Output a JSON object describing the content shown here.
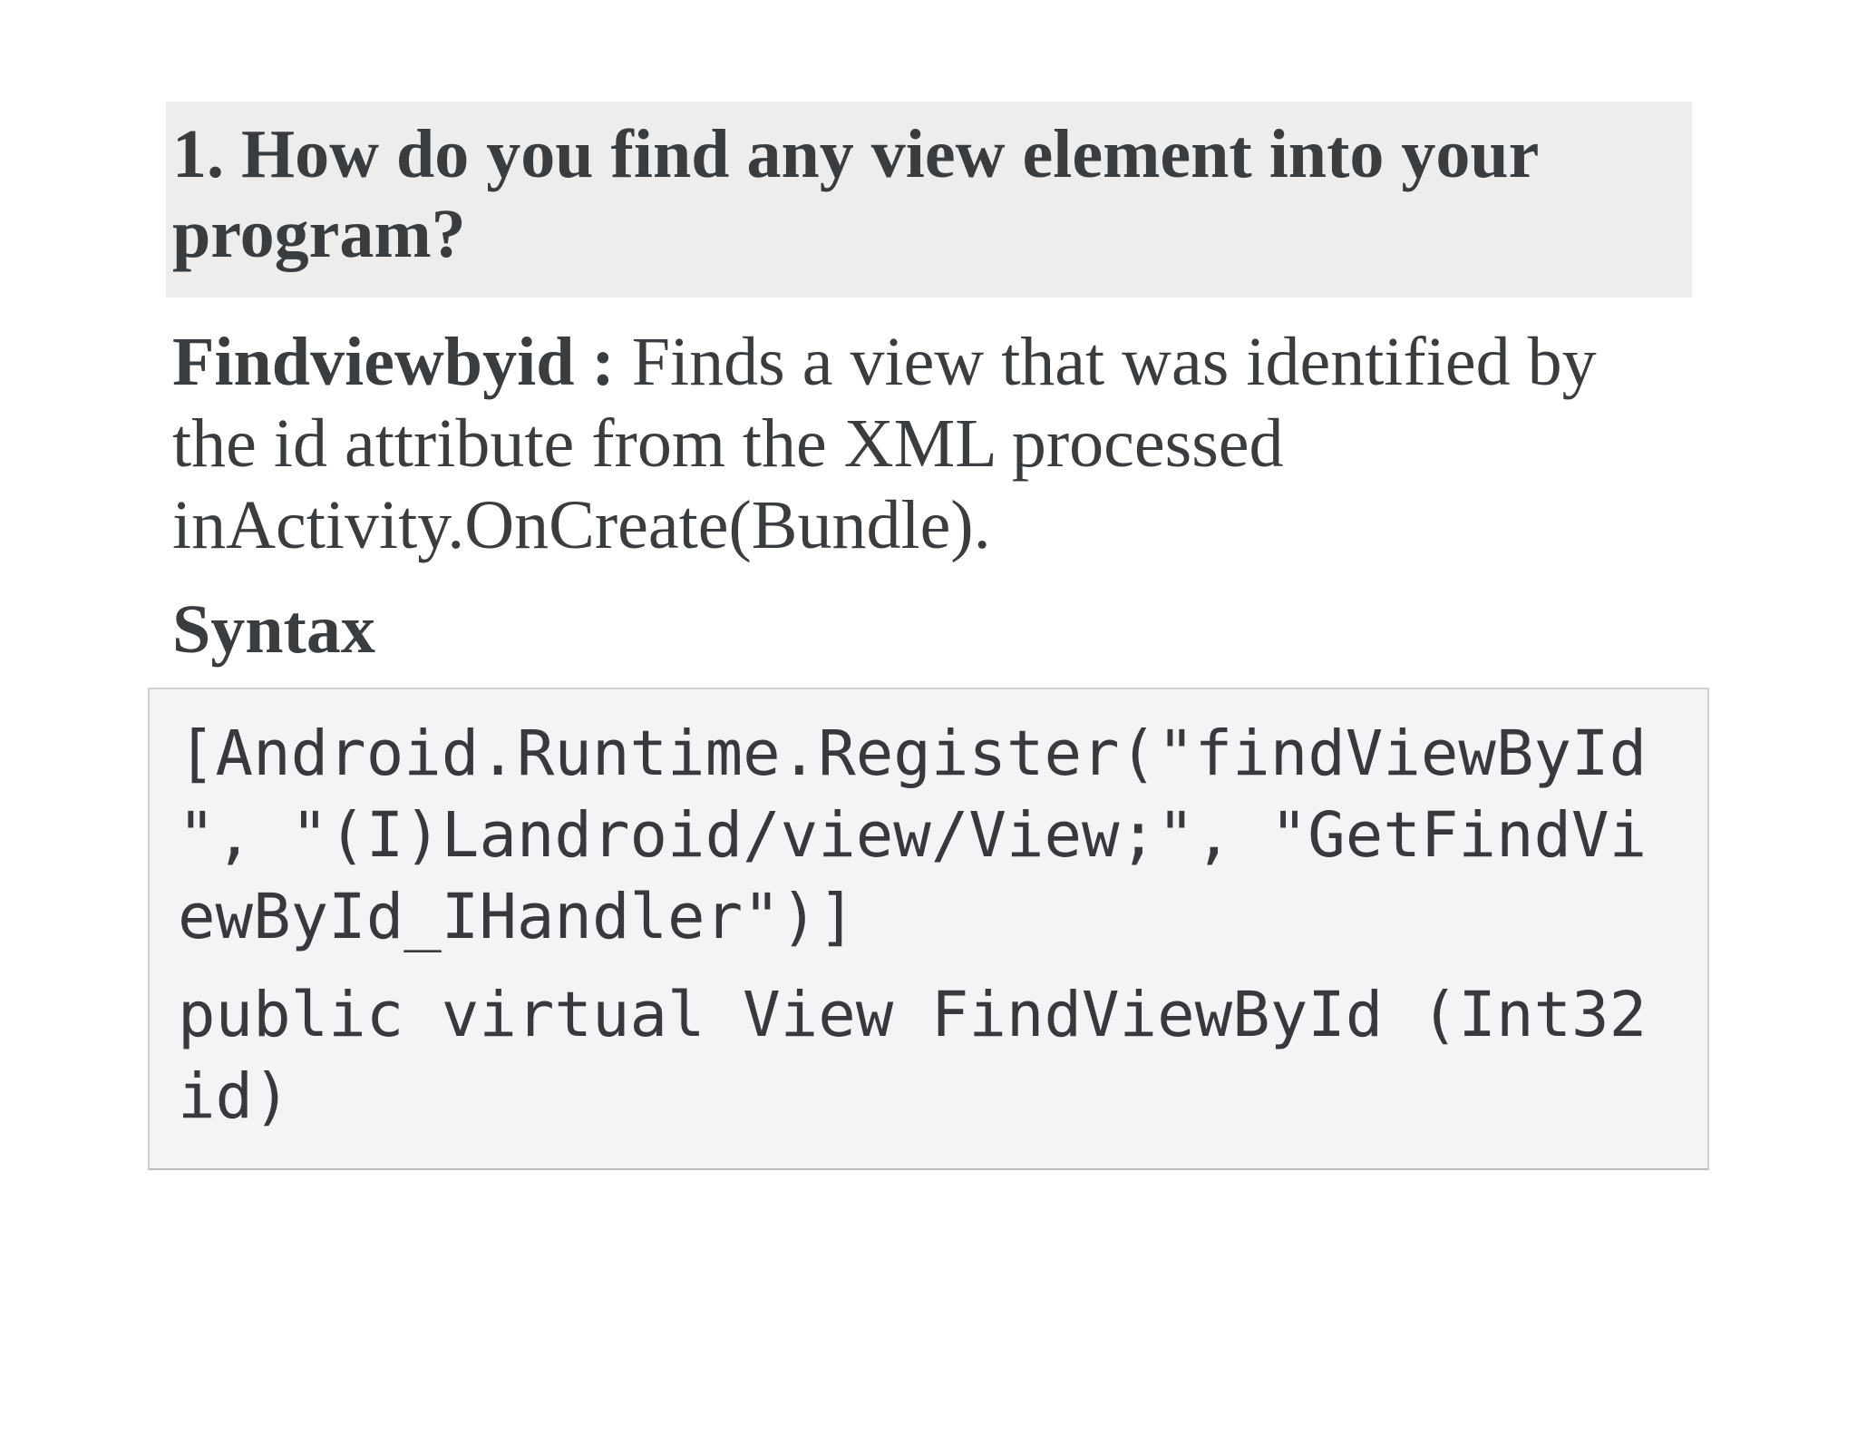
{
  "question": {
    "text": "1. How do you find any view element into your\nprogram?"
  },
  "description": {
    "term": "Findviewbyid :",
    "text": " Finds a view that was identified by\nthe id attribute from the XML processed\ninActivity.OnCreate(Bundle)."
  },
  "syntax": {
    "label": "Syntax",
    "code": [
      "[Android.Runtime.Register(\"findViewById\n\", \"(I)Landroid/view/View;\", \"GetFindVi\newById_IHandler\")]",
      "public virtual View FindViewById (Int32\nid)"
    ]
  },
  "colors": {
    "text": "#3a3d40",
    "code_text": "#37393c",
    "heading_background": "#ededee",
    "code_background": "#f4f4f6",
    "code_border": "#cfd0d3",
    "page_background": "#ffffff"
  }
}
